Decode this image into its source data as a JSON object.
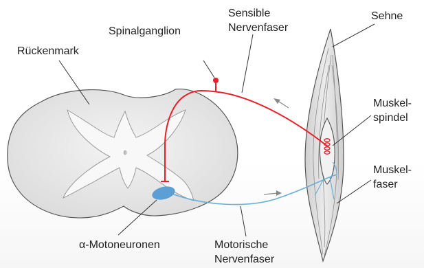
{
  "labels": {
    "sensible_nervenfaser": [
      "Sensible",
      "Nervenfaser"
    ],
    "sehne": "Sehne",
    "spinalganglion": "Spinalganglion",
    "rueckenmark": "Rückenmark",
    "muskelspindel": [
      "Muskel-",
      "spindel"
    ],
    "muskelfaser": [
      "Muskel-",
      "faser"
    ],
    "alpha_motoneuronen": "α-Motoneuronen",
    "motorische_nervenfaser": [
      "Motorische",
      "Nervenfaser"
    ]
  },
  "colors": {
    "sensory_fiber": "#e8202a",
    "motor_fiber": "#6aaed6",
    "motoneuron_body": "#5b9fd4",
    "spinal_cord_fill": "#eeeeee",
    "spinal_cord_stroke": "#555555",
    "muscle_fill": "#dedede",
    "muscle_stroke": "#555555",
    "leader_line": "#333333",
    "direction_arrow": "#888888"
  }
}
